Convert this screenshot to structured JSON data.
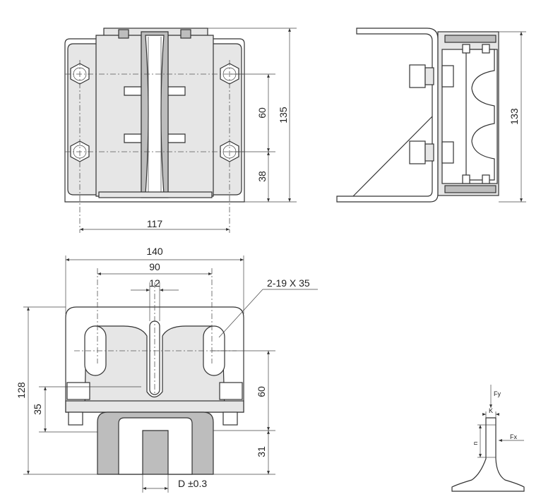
{
  "front_view": {
    "dim_horizontal": "117",
    "dim_vertical_upper": "60",
    "dim_vertical_lower": "38",
    "dim_total_height": "135"
  },
  "side_view": {
    "dim_height": "133"
  },
  "bottom_view": {
    "dim_width_total": "140",
    "dim_hole_spacing": "90",
    "dim_slot_width": "12",
    "hole_callout": "2-19 X 35",
    "dim_height_total": "128",
    "dim_left_35": "35",
    "dim_right_60": "60",
    "dim_right_31": "31",
    "dim_gap": "D ±0.3"
  },
  "rail_detail": {
    "label_fy": "Fy",
    "label_fx": "Fx",
    "label_k": "K",
    "label_n": "n"
  }
}
